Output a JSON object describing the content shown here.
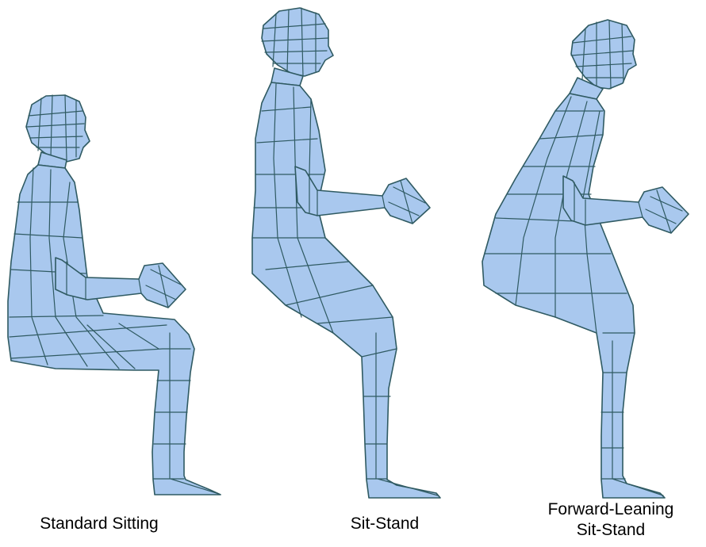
{
  "figures": [
    {
      "id": "standard-sitting",
      "caption_lines": [
        "Standard Sitting"
      ]
    },
    {
      "id": "sit-stand",
      "caption_lines": [
        "Sit-Stand"
      ]
    },
    {
      "id": "forward-leaning-sit-stand",
      "caption_lines": [
        "Forward-Leaning",
        "Sit-Stand"
      ]
    }
  ],
  "colors": {
    "body_fill": "#a9c8ee",
    "mesh_line": "#2f5a62",
    "background": "#ffffff"
  }
}
